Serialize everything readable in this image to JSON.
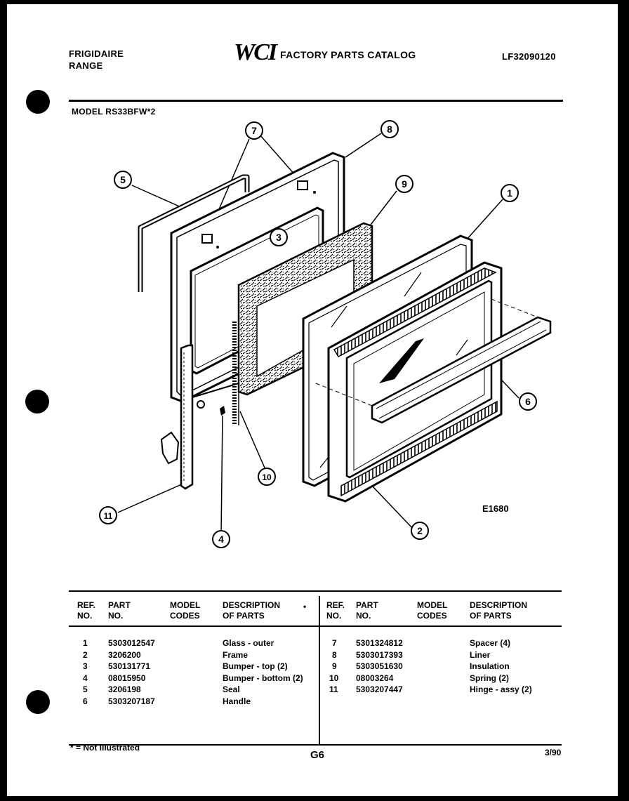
{
  "header": {
    "brand_line1": "FRIGIDAIRE",
    "brand_line2": "RANGE",
    "logo_text": "WCI",
    "catalog_title": "FACTORY PARTS CATALOG",
    "catalog_number": "LF32090120"
  },
  "model_label": "MODEL RS33BFW*2",
  "diagram": {
    "code": "E1680",
    "callouts": [
      "7",
      "8",
      "5",
      "9",
      "1",
      "3",
      "6",
      "10",
      "11",
      "2",
      "4"
    ]
  },
  "table": {
    "left_headers": {
      "ref": [
        "REF.",
        "NO."
      ],
      "part": [
        "PART",
        "NO."
      ],
      "model": [
        "MODEL",
        "CODES"
      ],
      "desc": [
        "DESCRIPTION",
        "OF PARTS"
      ],
      "mark": "•"
    },
    "right_headers": {
      "ref": [
        "REF.",
        "NO."
      ],
      "part": [
        "PART",
        "NO."
      ],
      "model": [
        "MODEL",
        "CODES"
      ],
      "desc": [
        "DESCRIPTION",
        "OF PARTS"
      ]
    },
    "left_rows": [
      {
        "ref": "1",
        "part": "5303012547",
        "desc": "Glass - outer"
      },
      {
        "ref": "2",
        "part": "3206200",
        "desc": "Frame"
      },
      {
        "ref": "3",
        "part": "530131771",
        "desc": "Bumper - top (2)"
      },
      {
        "ref": "4",
        "part": "08015950",
        "desc": "Bumper - bottom (2)"
      },
      {
        "ref": "5",
        "part": "3206198",
        "desc": "Seal"
      },
      {
        "ref": "6",
        "part": "5303207187",
        "desc": "Handle"
      }
    ],
    "right_rows": [
      {
        "ref": "7",
        "part": "5301324812",
        "desc": "Spacer (4)"
      },
      {
        "ref": "8",
        "part": "5303017393",
        "desc": "Liner"
      },
      {
        "ref": "9",
        "part": "5303051630",
        "desc": "Insulation"
      },
      {
        "ref": "10",
        "part": "08003264",
        "desc": "Spring (2)"
      },
      {
        "ref": "11",
        "part": "5303207447",
        "desc": "Hinge - assy (2)"
      }
    ]
  },
  "footer": {
    "note": "* = Not Illustrated",
    "page_code": "G6",
    "date": "3/90"
  }
}
